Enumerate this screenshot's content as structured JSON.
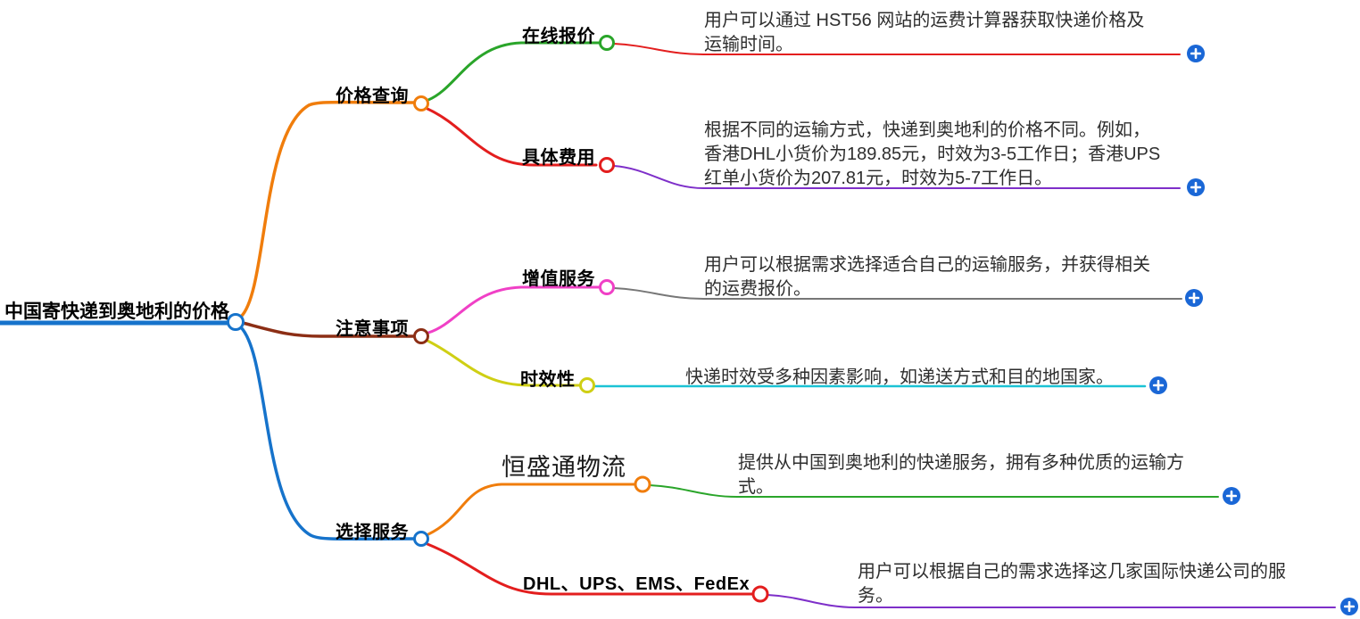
{
  "root": {
    "label": "中国寄快递到奥地利的价格"
  },
  "branches": [
    {
      "label": "价格查询",
      "children": [
        {
          "label": "在线报价",
          "desc": "用户可以通过 HST56 网站的运费计算器获取快递价格及运输时间。"
        },
        {
          "label": "具体费用",
          "desc": "根据不同的运输方式，快递到奥地利的价格不同。例如，香港DHL小货价为189.85元，时效为3-5工作日；香港UPS红单小货价为207.81元，时效为5-7工作日。"
        }
      ]
    },
    {
      "label": "注意事项",
      "children": [
        {
          "label": "增值服务",
          "desc": "用户可以根据需求选择适合自己的运输服务，并获得相关的运费报价。"
        },
        {
          "label": "时效性",
          "desc": "快递时效受多种因素影响，如递送方式和目的地国家。"
        }
      ]
    },
    {
      "label": "选择服务",
      "children": [
        {
          "label": "恒盛通物流",
          "desc": "提供从中国到奥地利的快递服务，拥有多种优质的运输方式。"
        },
        {
          "label": "DHL、UPS、EMS、FedEx",
          "desc": "用户可以根据自己的需求选择这几家国际快递公司的服务。"
        }
      ]
    }
  ],
  "colors": {
    "blue": "#1673CB",
    "orange": "#F07D0C",
    "dark_red": "#8C2E15",
    "green": "#2AA52A",
    "red": "#E31E1E",
    "purple": "#7E2FC9",
    "magenta": "#F040C6",
    "yellow": "#CFCF14",
    "cyan": "#1BC3D5",
    "gray": "#777777",
    "plus_blue": "#1A67D6",
    "node_fill": "#FFFFFF"
  }
}
